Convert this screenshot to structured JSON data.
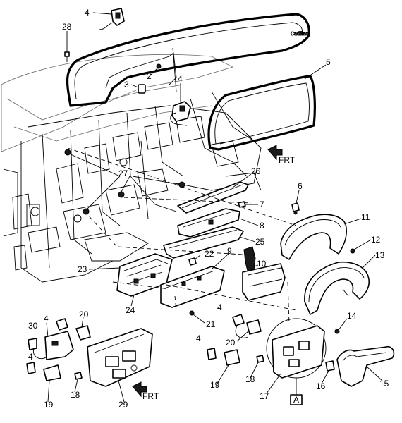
{
  "callouts": {
    "c1": "28",
    "c2": "4",
    "c3": "2",
    "c4": "3",
    "c5": "4",
    "c6": "5",
    "c7": "27",
    "c8": "26",
    "c9": "6",
    "c10": "7",
    "c11": "8",
    "c12": "11",
    "c13": "12",
    "c14": "13",
    "c15": "25",
    "c16": "22",
    "c17": "9",
    "c18": "10",
    "c19": "23",
    "c20": "24",
    "c21": "4",
    "c22": "21",
    "c23": "14",
    "c24": "20",
    "c25": "30",
    "c26": "4",
    "c27": "4",
    "c28": "20",
    "c29": "4",
    "c30": "19",
    "c31": "18",
    "c32": "17",
    "c33": "16",
    "c34": "15",
    "c35": "19",
    "c36": "18",
    "c37": "29"
  },
  "view_box_label": "A",
  "front_arrows": {
    "top": "FRT",
    "bottom": "FRT"
  }
}
